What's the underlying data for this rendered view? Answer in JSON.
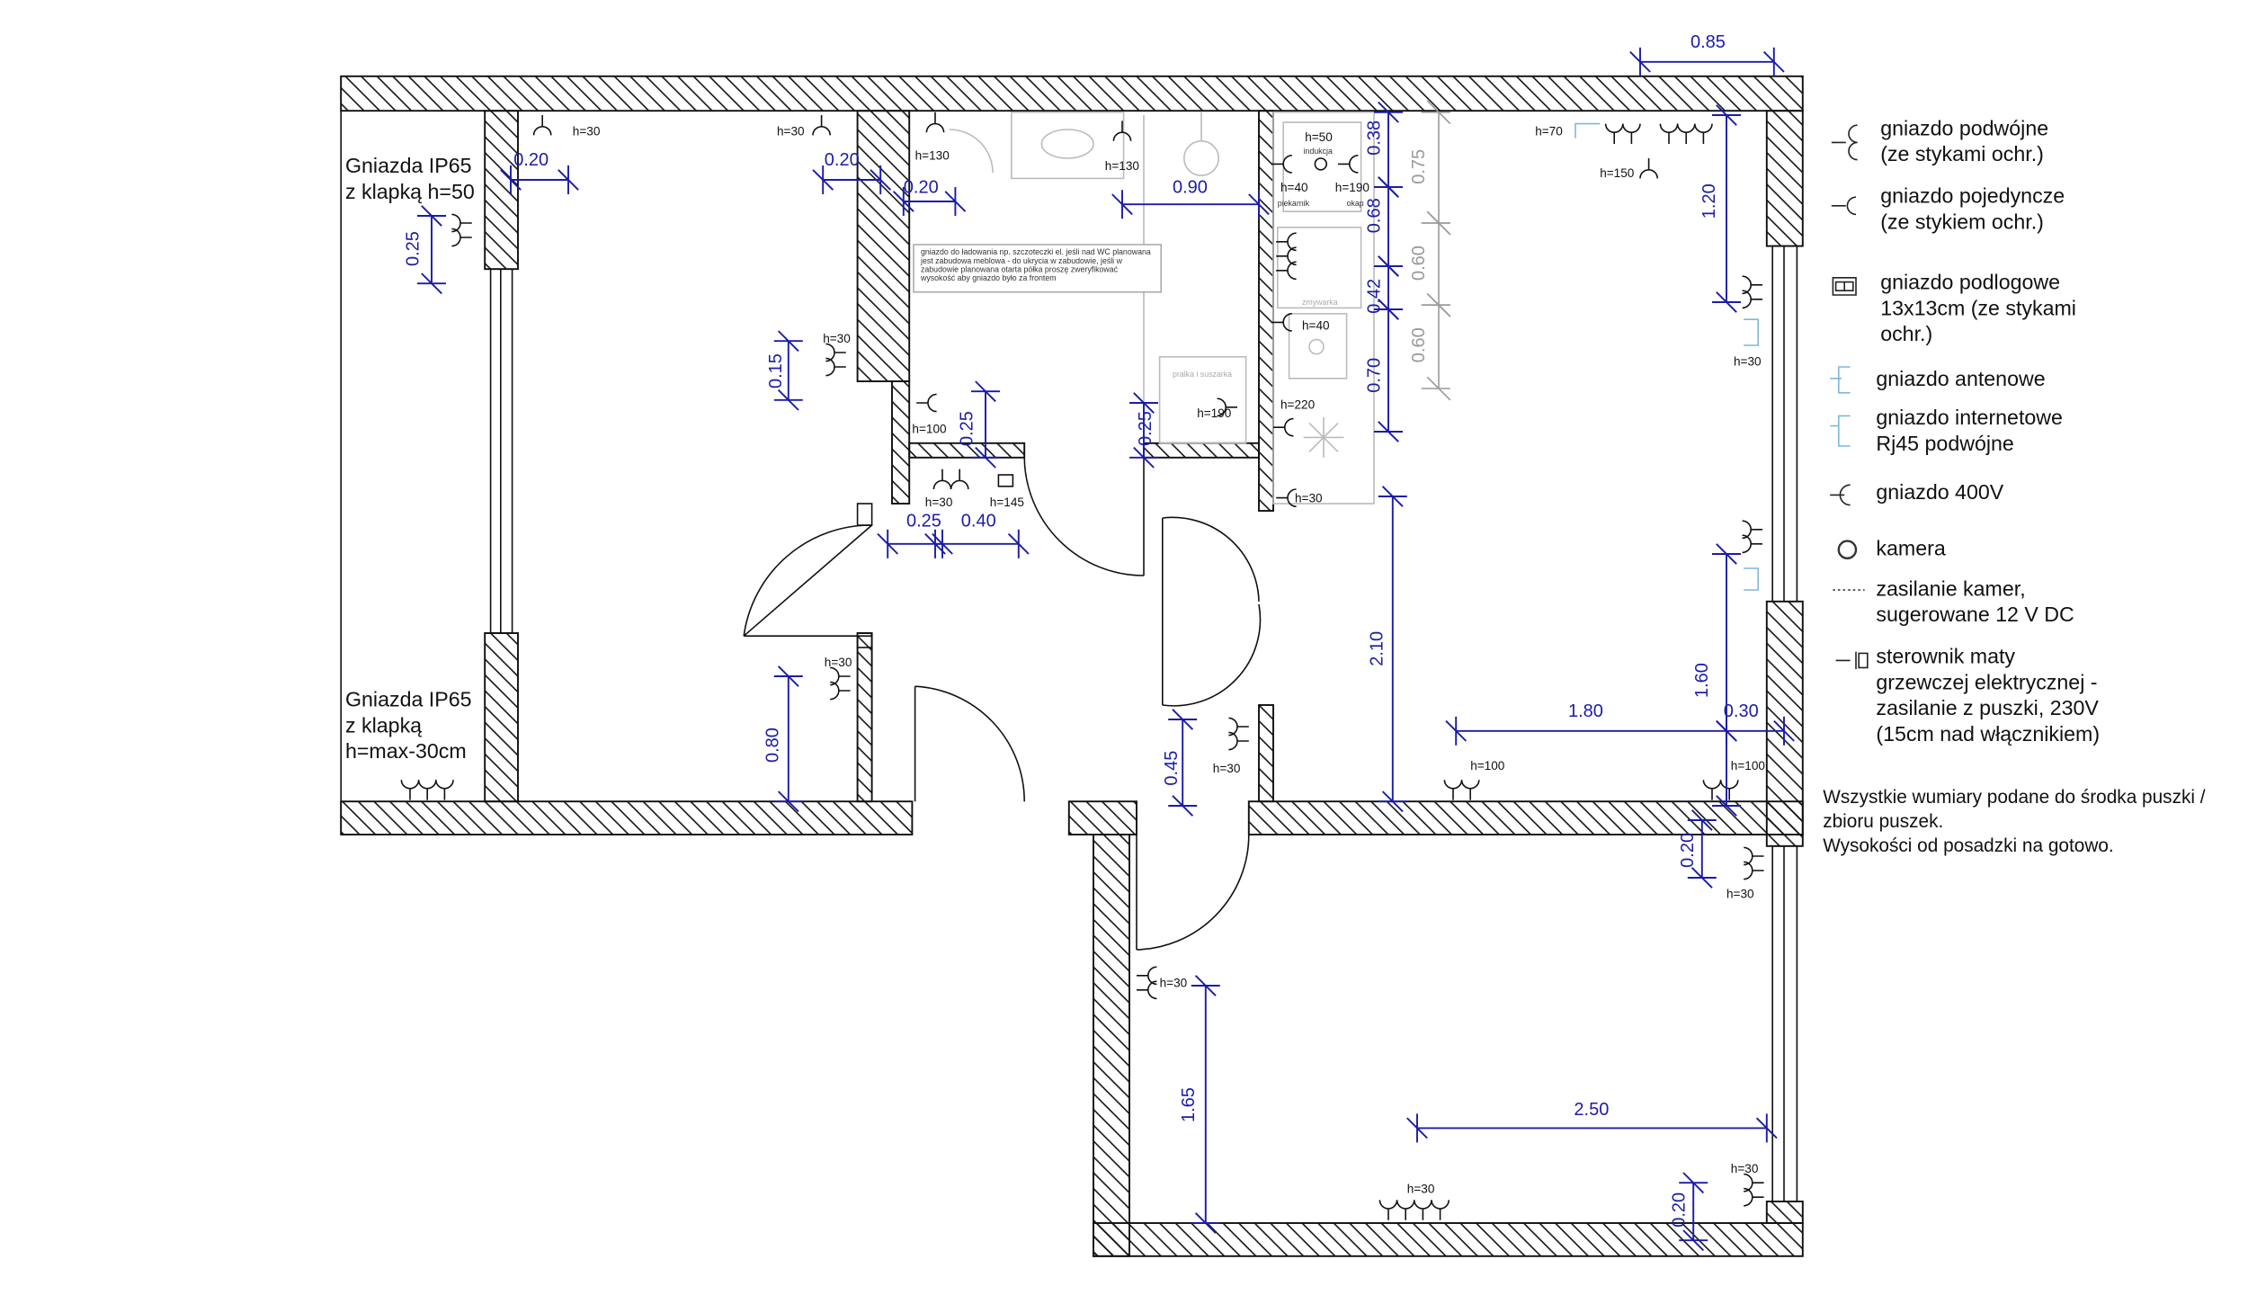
{
  "labels": {
    "ip65_top": [
      "Gniazda IP65",
      "z klapką h=50"
    ],
    "ip65_bottom": [
      "Gniazda IP65",
      "z klapką",
      "h=max-30cm"
    ]
  },
  "note_box": [
    "gniazdo do ładowania np. szczoteczki el. jeśli nad WC planowana",
    "jest zabudowa meblowa - do ukrycia w zabudowie, jeśli w",
    "zabudowie planowana otarta półka proszę zweryfikować",
    "wysokość aby gniazdo było za frontem"
  ],
  "kitchen": {
    "induction": "indukcja",
    "oven": "piekarnik",
    "hood": "okap",
    "dishwasher": "zmywarka",
    "washer": "pralka i suszarka"
  },
  "heights": [
    "h=30",
    "h=30",
    "h=130",
    "h=130",
    "h=50",
    "h=40",
    "h=190",
    "h=70",
    "h=150",
    "h=30",
    "h=40",
    "h=190",
    "h=220",
    "h=100",
    "h=30",
    "h=145",
    "h=30",
    "h=30",
    "h=30",
    "h=30",
    "h=100",
    "h=100",
    "h=30",
    "h=30",
    "h=30",
    "h=30"
  ],
  "dimensions": [
    "0.85",
    "0.20",
    "0.20",
    "0.20",
    "0.90",
    "0.25",
    "1.20",
    "0.38",
    "0.68",
    "0.42",
    "0.70",
    "0.15",
    "0.25",
    "0.25",
    "0.25",
    "0.40",
    "2.10",
    "1.60",
    "1.80",
    "0.30",
    "0.80",
    "0.45",
    "0.20",
    "1.65",
    "2.50",
    "0.20"
  ],
  "grey_dimensions": [
    "0.75",
    "0.60",
    "0.60"
  ],
  "legend": {
    "items": [
      {
        "icon": "double-socket",
        "lines": [
          "gniazdo podwójne",
          "(ze stykami ochr.)"
        ]
      },
      {
        "icon": "single-socket",
        "lines": [
          "gniazdo pojedyncze",
          "(ze stykiem ochr.)"
        ]
      },
      {
        "icon": "floor-socket",
        "lines": [
          "gniazdo podlogowe",
          "13x13cm (ze stykami",
          "ochr.)"
        ]
      },
      {
        "icon": "antenna-socket",
        "lines": [
          "gniazdo antenowe"
        ]
      },
      {
        "icon": "network-socket",
        "lines": [
          "gniazdo internetowe",
          "Rj45 podwójne"
        ]
      },
      {
        "icon": "socket-400v",
        "lines": [
          "gniazdo 400V"
        ]
      },
      {
        "icon": "camera",
        "lines": [
          "kamera"
        ]
      },
      {
        "icon": "camera-power-line",
        "lines": [
          "zasilanie kamer,",
          "sugerowane 12 V DC"
        ]
      },
      {
        "icon": "heating-mat-controller",
        "lines": [
          "sterownik maty",
          "grzewczej elektrycznej -",
          "zasilanie z puszki, 230V",
          "(15cm nad włącznikiem)"
        ]
      }
    ],
    "notes": [
      "Wszystkie wumiary podane do środka puszki /",
      "zbioru puszek.",
      "Wysokości od posadzki na gotowo."
    ]
  },
  "colors": {
    "dimension": "#1c1ca8",
    "network": "#7fb8d8",
    "wall_line": "#111111"
  }
}
